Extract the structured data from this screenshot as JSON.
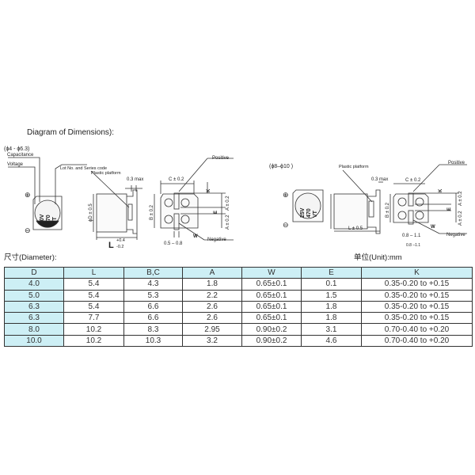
{
  "title": "Diagram of Dimensions):",
  "small_range": "(ϕ4 - ϕ6.3)",
  "large_range": "(ϕ8–ϕ10 )",
  "labels": {
    "capacitance": "Capacitance",
    "voltage": "Voltage",
    "lot_no": "Lot No. and Series code",
    "plastic_platform": "Plastic platform",
    "max": "0.3 max",
    "c_dim": "C ± 0.2",
    "positive": "Positive",
    "negative": "Negative",
    "k": "K",
    "e": "E",
    "a_dim": "A ± 0.2",
    "b_dim": "B ± 0.2",
    "d_dim": "ϕD ± 0.5",
    "l_letter": "L",
    "l_tol_plus": "+0.4",
    "l_tol_minus": "-0.2",
    "l_dim_large": "L ± 0.5",
    "w": "W",
    "gap_small": "0.5 – 0.8",
    "gap_large": "0.8 – 1.1",
    "gap_large2": "0.8 –1.1",
    "plus_sign": "⊕",
    "minus_sign": "⊖"
  },
  "cap_small": {
    "voltage": "10V",
    "capacitance": "470",
    "code": "VT"
  },
  "cap_large": {
    "voltage": "25V",
    "capacitance": "470",
    "code": "VT"
  },
  "diameter_label": "尺寸(Diameter):",
  "unit_label": "单位(Unit):mm",
  "table": {
    "headers": [
      "D",
      "L",
      "B,C",
      "A",
      "W",
      "E",
      "K"
    ],
    "rows": [
      [
        "4.0",
        "5.4",
        "4.3",
        "1.8",
        "0.65±0.1",
        "0.1",
        "0.35-0.20 to +0.15"
      ],
      [
        "5.0",
        "5.4",
        "5.3",
        "2.2",
        "0.65±0.1",
        "1.5",
        "0.35-0.20 to +0.15"
      ],
      [
        "6.3",
        "5.4",
        "6.6",
        "2.6",
        "0.65±0.1",
        "1.8",
        "0.35-0.20 to +0.15"
      ],
      [
        "6.3",
        "7.7",
        "6.6",
        "2.6",
        "0.65±0.1",
        "1.8",
        "0.35-0.20 to +0.15"
      ],
      [
        "8.0",
        "10.2",
        "8.3",
        "2.95",
        "0.90±0.2",
        "3.1",
        "0.70-0.40 to +0.20"
      ],
      [
        "10.0",
        "10.2",
        "10.3",
        "3.2",
        "0.90±0.2",
        "4.6",
        "0.70-0.40 to +0.20"
      ]
    ]
  }
}
